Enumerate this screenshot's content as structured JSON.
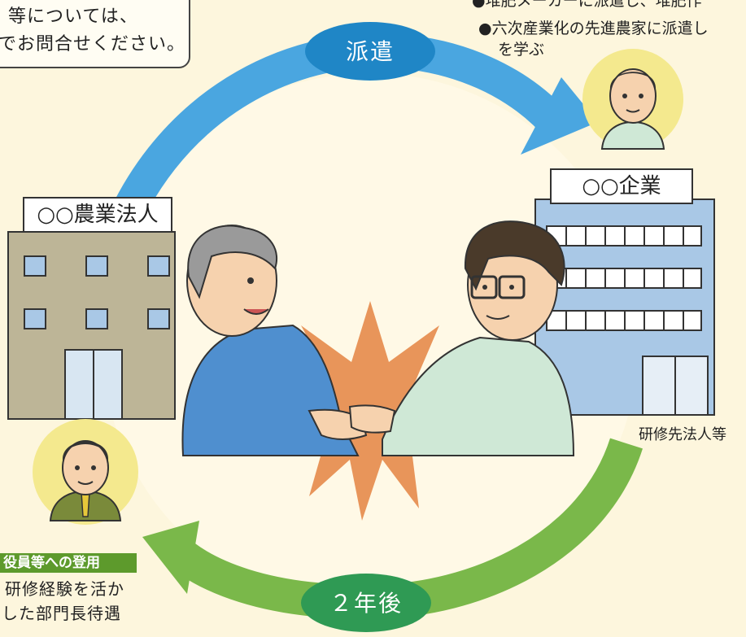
{
  "colors": {
    "background": "#fdf6dd",
    "arrow_blue": "#4aa6e0",
    "arrow_green": "#7ab84a",
    "pill_blue": "#1f86c6",
    "pill_green": "#2f9a54",
    "burst": "#e8955a",
    "farm_building": "#bdb597",
    "company_building": "#a9c8e6",
    "portrait_bg": "#f4e98e"
  },
  "note": {
    "line1": "等については、",
    "line2": "でお問合せください。"
  },
  "top_right": {
    "line1": "●堆肥メーカーに派遣し、堆肥作",
    "line2": "●六次産業化の先進農家に派遣し",
    "line3": "を学ぶ"
  },
  "pill_dispatch": "派遣",
  "pill_after": "２年後",
  "farm_corp_label": "○○農業法人",
  "company_label": "○○企業",
  "training_destination": "研修先法人等",
  "bottom_left": {
    "tag": "役員等への登用",
    "line1": "研修経験を活か",
    "line2": "した部門長待遇"
  },
  "icons": {
    "dispatch_arrow": "curved-arrow-right",
    "return_arrow": "curved-arrow-left",
    "handshake": "handshake-burst"
  }
}
